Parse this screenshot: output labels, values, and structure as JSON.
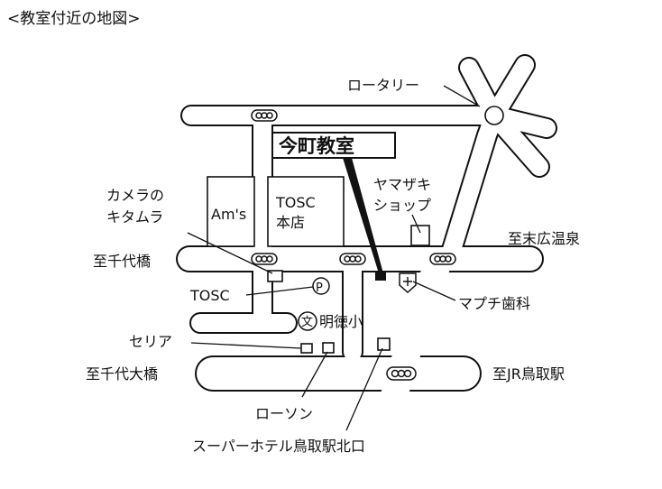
{
  "title": "<教室付近の地図>",
  "school": {
    "label": "今町教室"
  },
  "landmarks": {
    "rotary": "ロータリー",
    "camera_line1": "カメラの",
    "camera_line2": "キタムラ",
    "ams": "Am's",
    "tosc_main_line1": "TOSC",
    "tosc_main_line2": "本店",
    "yamazaki_line1": "ヤマザキ",
    "yamazaki_line2": "ショップ",
    "tosc": "TOSC",
    "parking": "P",
    "dental": "マプチ歯科",
    "school_mark": "文",
    "meitoku": "明徳小",
    "seria": "セリア",
    "lawson": "ローソン",
    "hotel": "スーパーホテル鳥取駅北口"
  },
  "directions": {
    "suehiro": "至末広温泉",
    "chiyobashi": "至千代橋",
    "chiyoohashi": "至千代大橋",
    "jr_tottori": "至JR鳥取駅"
  },
  "colors": {
    "ink": "#111111",
    "background": "#ffffff"
  }
}
